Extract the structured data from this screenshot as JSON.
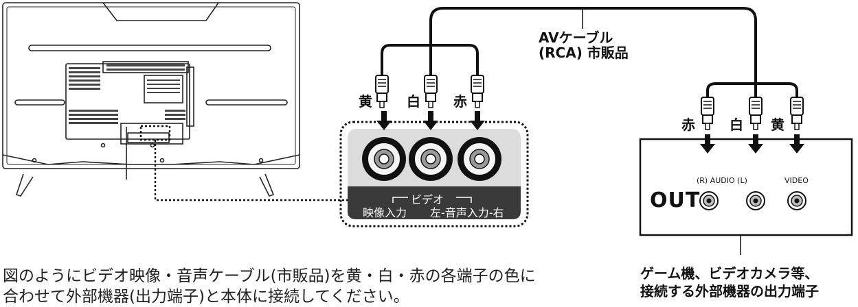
{
  "cable": {
    "name_line1": "AVケーブル",
    "name_line2": "(RCA) 市販品"
  },
  "tv_plugs": {
    "yellow": "黄",
    "white": "白",
    "red": "赤"
  },
  "tv_panel": {
    "group_label": "ビデオ",
    "video_in": "映像入力",
    "audio_in": "左-音声入力-右"
  },
  "device_plugs": {
    "red": "赤",
    "white": "白",
    "yellow": "黄"
  },
  "device_panel": {
    "audio_label": "(R) AUDIO (L)",
    "video_label": "VIDEO",
    "out_label": "OUT"
  },
  "device_callout": {
    "line1": "ゲーム機、ビデオカメラ等、",
    "line2": "接続する外部機器の出力端子"
  },
  "instructions": {
    "line1": "図のようにビデオ映像・音声ケーブル(市販品)を黄・白・赤の各端子の色に",
    "line2": "合わせて外部機器(出力端子)と本体に接続してください。"
  },
  "colors": {
    "jack_panel_bg": "#dcdcdc",
    "label_band": "#3a3a3a",
    "line": "#111111"
  }
}
